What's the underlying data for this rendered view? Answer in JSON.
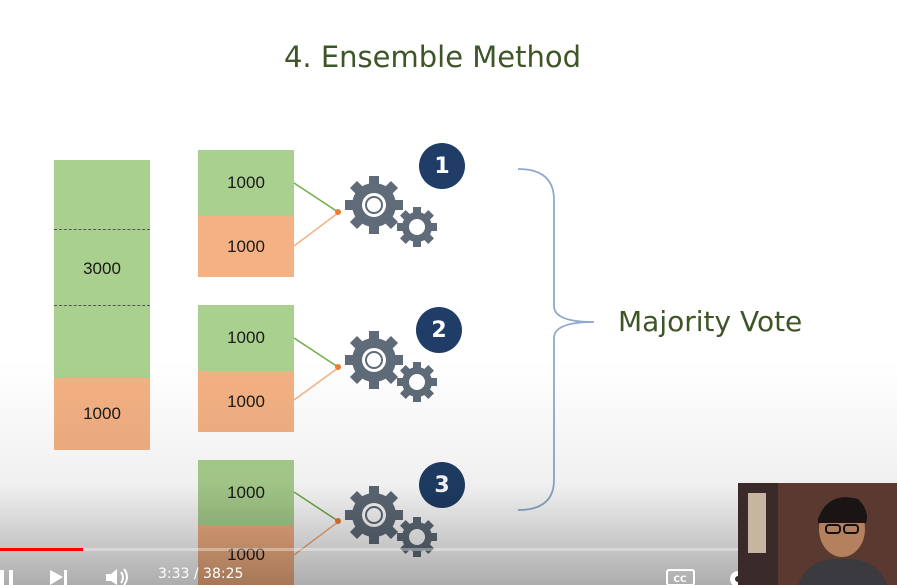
{
  "slide": {
    "title": "4. Ensemble Method",
    "left_column": [
      {
        "label": "3000",
        "kind": "green"
      },
      {
        "label": "1000",
        "kind": "orange"
      }
    ],
    "groups": [
      {
        "number": "1",
        "top_label": "1000",
        "bottom_label": "1000"
      },
      {
        "number": "2",
        "top_label": "1000",
        "bottom_label": "1000"
      },
      {
        "number": "3",
        "top_label": "1000",
        "bottom_label": "1000"
      }
    ],
    "result_label": "Majority Vote",
    "colors": {
      "green_block": "#a9d08e",
      "orange_block": "#f4b183",
      "badge": "#1f3d66",
      "gear": "#5f6b78",
      "title": "#3e5527"
    }
  },
  "player": {
    "time_display": "3:33 / 38:25",
    "progress_fraction": 0.0927,
    "icons": [
      "pause-icon",
      "next-icon",
      "volume-icon",
      "captions-icon",
      "settings-icon",
      "miniplayer-icon",
      "fullscreen-icon"
    ],
    "captions_label": "CC",
    "accent": "#ff0000"
  }
}
